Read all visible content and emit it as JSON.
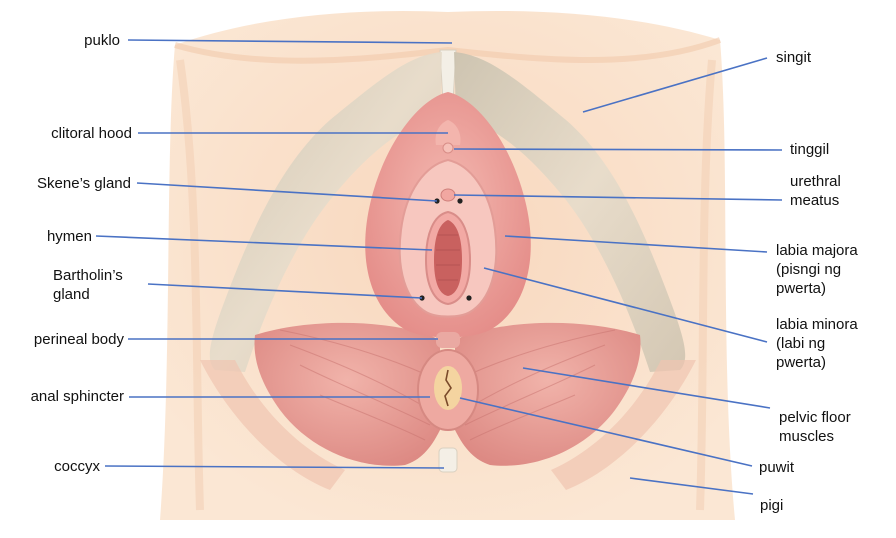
{
  "colors": {
    "leader_line": "#4a72c4",
    "skin_light": "#fbe6d2",
    "skin_mid": "#f6cdb0",
    "pelvic_bone": "#d9cdb9",
    "muscle": "#e79c94",
    "mucosa": "#ef9d9a",
    "gland_dot": "#222222"
  },
  "labels_left": [
    {
      "id": "puklo",
      "text": "puklo"
    },
    {
      "id": "clitoral-hood",
      "text": "clitoral hood"
    },
    {
      "id": "skenes-gland",
      "text": "Skene’s gland"
    },
    {
      "id": "hymen",
      "text": "hymen"
    },
    {
      "id": "bartholins-gland",
      "line1": "Bartholin’s",
      "line2": "gland"
    },
    {
      "id": "perineal-body",
      "text": "perineal body"
    },
    {
      "id": "anal-sphincter",
      "text": "anal sphincter"
    },
    {
      "id": "coccyx",
      "text": "coccyx"
    }
  ],
  "labels_right": [
    {
      "id": "singit",
      "text": "singit"
    },
    {
      "id": "tinggil",
      "text": "tinggil"
    },
    {
      "id": "urethral-meatus",
      "line1": "urethral",
      "line2": "meatus"
    },
    {
      "id": "labia-majora",
      "line1": "labia majora",
      "line2": "(pisngi ng",
      "line3": "pwerta)"
    },
    {
      "id": "labia-minora",
      "line1": "labia minora",
      "line2": "(labi ng",
      "line3": "pwerta)"
    },
    {
      "id": "pelvic-floor-muscles",
      "line1": "pelvic floor",
      "line2": "muscles"
    },
    {
      "id": "puwit",
      "text": "puwit"
    },
    {
      "id": "pigi",
      "text": "pigi"
    }
  ]
}
